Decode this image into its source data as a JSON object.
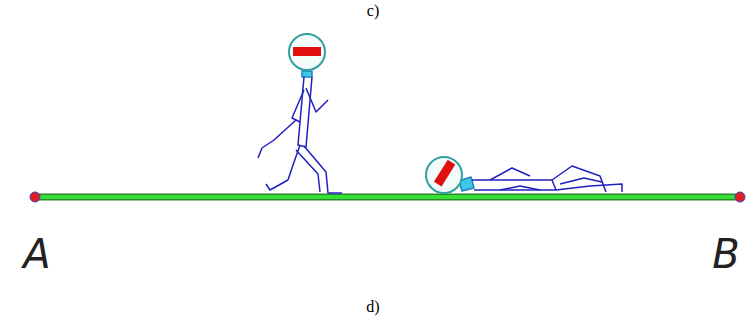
{
  "diagram": {
    "labels": [
      "c)",
      "A",
      "B",
      "d)"
    ]
  }
}
